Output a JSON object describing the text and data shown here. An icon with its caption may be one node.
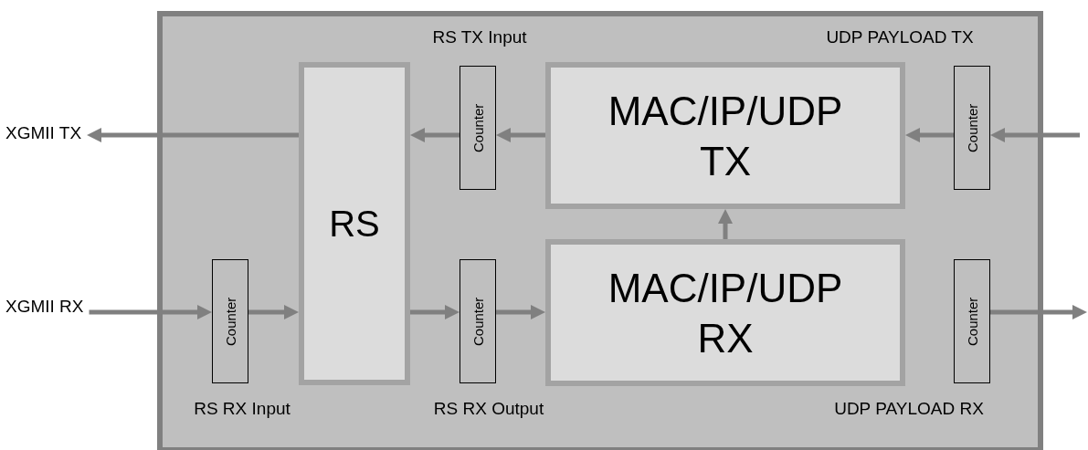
{
  "diagram": {
    "nodes": [
      {
        "text": [],
        "shape": "box"
      },
      {
        "text": [
          "XGMII TX"
        ]
      },
      {
        "text": [
          "XGMII RX"
        ]
      },
      {
        "text": [
          "RS"
        ],
        "in": 0
      },
      {
        "text": [
          "Counter"
        ],
        "in": 0,
        "beside": [
          "RS TX Input"
        ]
      },
      {
        "text": [
          "MAC/IP/UDP TX"
        ],
        "in": 0
      },
      {
        "text": [
          "Counter"
        ],
        "in": 0,
        "beside": [
          "UDP PAYLOAD TX"
        ]
      },
      {
        "text": [
          "Counter"
        ],
        "in": 0,
        "beside": [
          "RS RX Input"
        ]
      },
      {
        "text": [
          "Counter"
        ],
        "in": 0,
        "beside": [
          "RS RX Output"
        ]
      },
      {
        "text": [
          "MAC/IP/UDP RX"
        ],
        "in": 0
      },
      {
        "text": [
          "Counter"
        ],
        "in": 0,
        "beside": [
          "UDP PAYLOAD RX"
        ]
      }
    ],
    "edges": [
      {
        "from": null,
        "to": 6,
        "arrow": "to"
      },
      {
        "from": 6,
        "to": 5,
        "arrow": "to"
      },
      {
        "from": 5,
        "to": 4,
        "arrow": "to"
      },
      {
        "from": 4,
        "to": 3,
        "arrow": "to"
      },
      {
        "from": 3,
        "to": 1,
        "arrow": "to"
      },
      {
        "from": 2,
        "to": 7,
        "arrow": "to"
      },
      {
        "from": 7,
        "to": 3,
        "arrow": "to"
      },
      {
        "from": 3,
        "to": 8,
        "arrow": "to"
      },
      {
        "from": 8,
        "to": 9,
        "arrow": "to"
      },
      {
        "from": 9,
        "to": 5,
        "arrow": "to"
      },
      {
        "from": 10,
        "to": null,
        "arrow": "to"
      }
    ]
  }
}
